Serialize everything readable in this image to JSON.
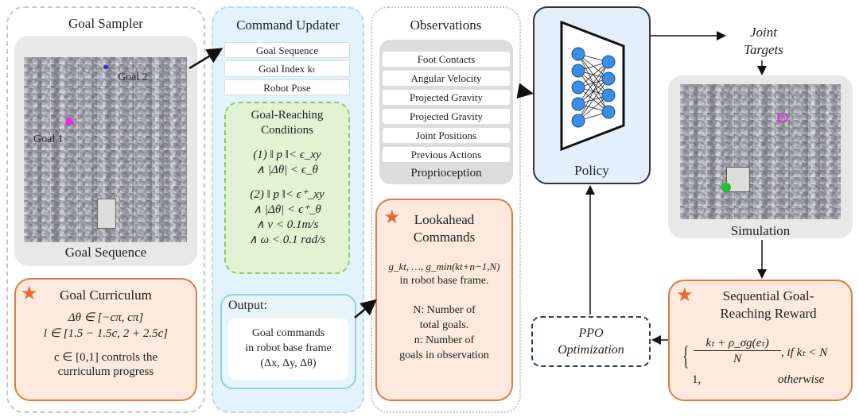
{
  "goal_sampler": {
    "title": "Goal Sampler",
    "goal_labels": [
      "Goal 2",
      "Goal 1"
    ],
    "caption": "Goal Sequence",
    "curriculum": {
      "title": "Goal Curriculum",
      "line1": "Δθ ∈ [−cπ, cπ]",
      "line2": "l ∈ [1.5 − 1.5c, 2 + 2.5c]",
      "line3": "c ∈ [0,1] controls the",
      "line4": "curriculum progress"
    }
  },
  "command_updater": {
    "title": "Command Updater",
    "items": [
      "Goal Sequence",
      "Goal Index kₜ",
      "Robot Pose"
    ],
    "conditions": {
      "title1": "Goal-Reaching",
      "title2": "Conditions",
      "c1a": "(1) ‖ p ‖< ϵ_xy",
      "c1b": "∧ |Δθ| < ϵ_θ",
      "c2a": "(2) ‖ p ‖< ϵ⁺_xy",
      "c2b": "∧ |Δθ| < ϵ⁺_θ",
      "c2c": "∧ v < 0.1m/s",
      "c2d": "∧ ω < 0.1 rad/s"
    },
    "output": {
      "label": "Output:",
      "line1": "Goal commands",
      "line2": "in robot base frame",
      "line3": "(Δx, Δy, Δθ)"
    }
  },
  "observations": {
    "title": "Observations",
    "items": [
      "Foot Contacts",
      "Angular Velocity",
      "Projected Gravity",
      "Projected Gravity",
      "Joint Positions",
      "Previous Actions"
    ],
    "group_label": "Proprioception",
    "lookahead": {
      "title1": "Lookahead",
      "title2": "Commands",
      "formula": "g_kt, …, g_min(kt+n−1,N)",
      "line1": "in robot base frame.",
      "line2": "N: Number of",
      "line3": "total goals.",
      "line4": "n: Number of",
      "line5": "goals in observation"
    }
  },
  "policy": {
    "label": "Policy"
  },
  "joint_targets": {
    "line1": "Joint",
    "line2": "Targets"
  },
  "simulation": {
    "label": "Simulation"
  },
  "reward": {
    "title1": "Sequential Goal-",
    "title2": "Reaching Reward",
    "numerator": "kₜ + ρ_σg(eₜ)",
    "denominator": "N",
    "cond1": ", if kₜ < N",
    "case2": "1,",
    "cond2": "otherwise"
  },
  "ppo": {
    "line1": "PPO",
    "line2": "Optimization"
  },
  "colors": {
    "orange": "#e07a45",
    "blue_panel": "#e3f3fb",
    "green": "#e2f3d4",
    "node_blue": "#3b8ee8"
  }
}
